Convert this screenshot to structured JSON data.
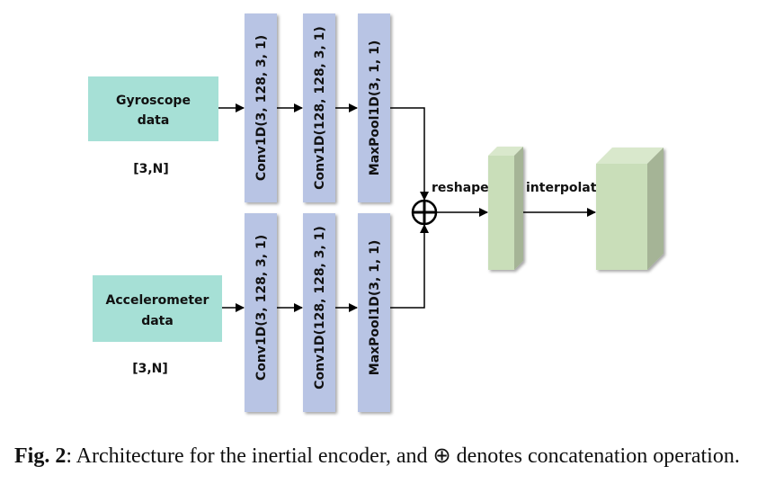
{
  "inputs": [
    {
      "name": "Gyroscope",
      "line1": "Gyroscope",
      "line2": "data",
      "shape": "[3,N]"
    },
    {
      "name": "Accelerometer",
      "line1": "Accelerometer",
      "line2": "data",
      "shape": "[3,N]"
    }
  ],
  "branches": [
    {
      "layers": [
        "Conv1D(3, 128, 3, 1)",
        "Conv1D(128, 128, 3, 1)",
        "MaxPool1D(3, 1, 1)"
      ]
    },
    {
      "layers": [
        "Conv1D(3, 128, 3, 1)",
        "Conv1D(128, 128, 3, 1)",
        "MaxPool1D(3, 1, 1)"
      ]
    }
  ],
  "concat_symbol": "⊕",
  "ops": {
    "reshape": "reshape",
    "interpolate": "interpolate"
  },
  "colors": {
    "input_fill": "#a6e0d6",
    "layer_fill": "#b8c4e4",
    "block_front": "#c9deb9",
    "block_top": "#d9e8cc",
    "block_side": "#a5b496",
    "line": "#000000"
  },
  "caption": {
    "fig_label": "Fig. 2",
    "text": ": Architecture for the inertial encoder, and ⊕ denotes concatenation operation."
  }
}
